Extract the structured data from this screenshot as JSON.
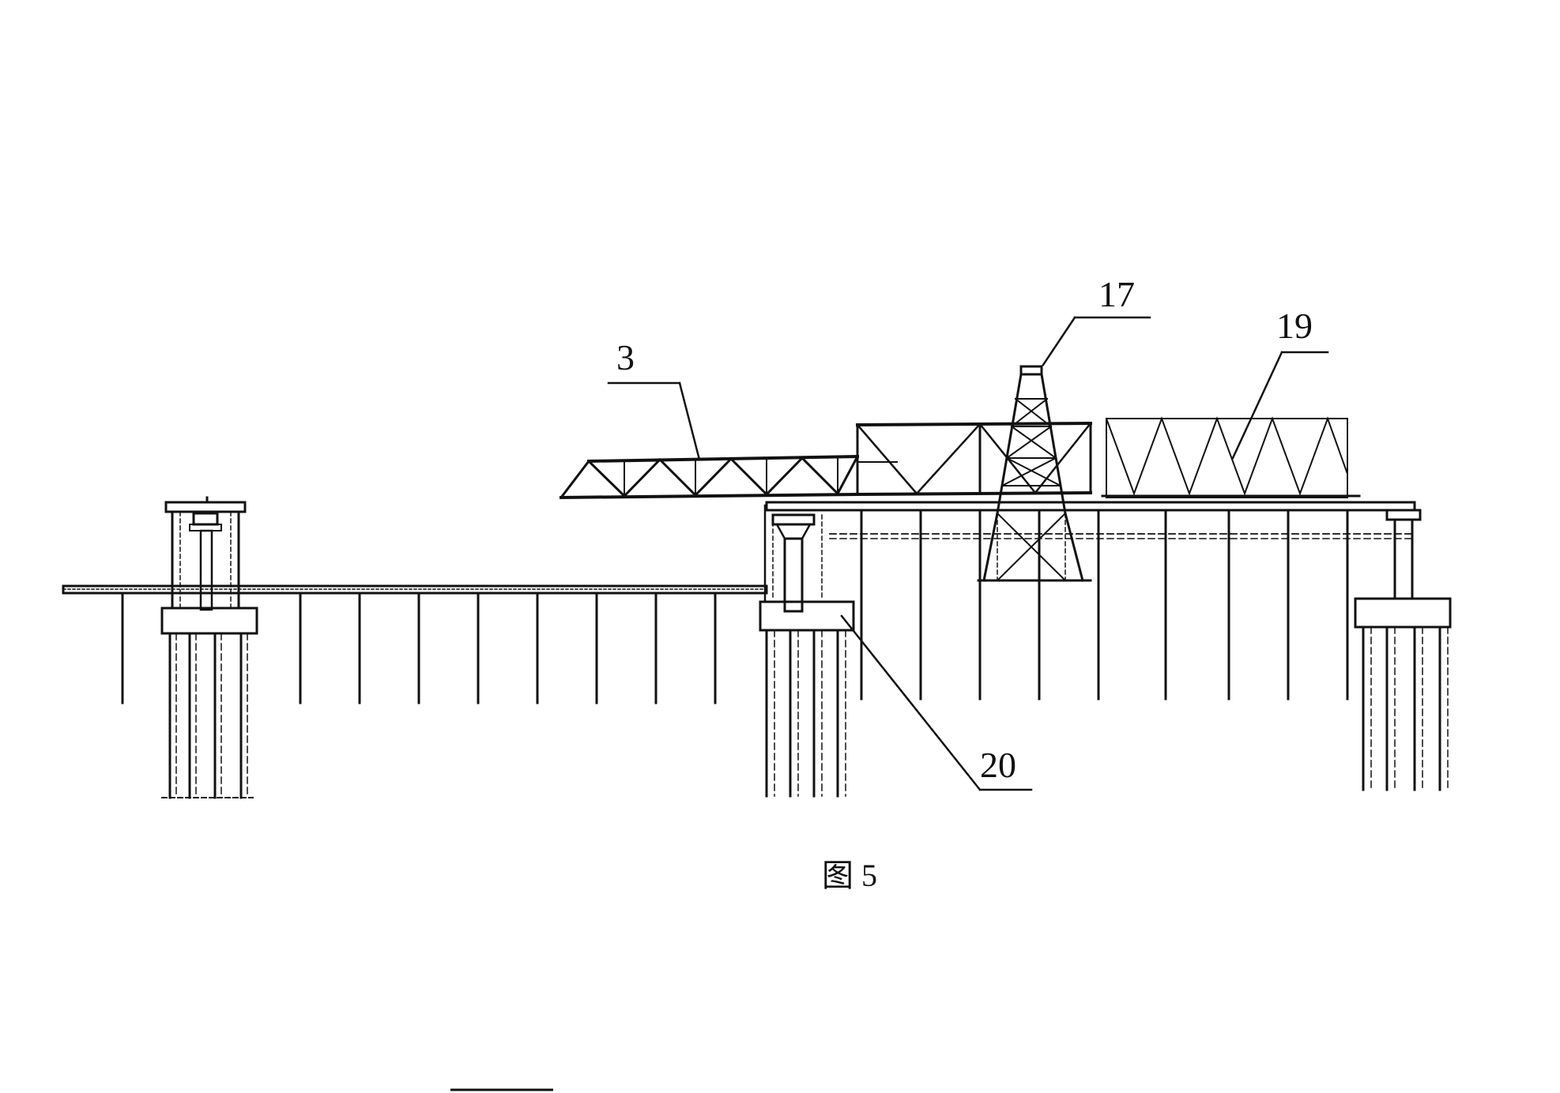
{
  "figure": {
    "caption": "图 5",
    "labels": {
      "launching_girder": "3",
      "tower": "17",
      "steel_box_girder": "19",
      "temporary_support": "20"
    }
  },
  "colors": {
    "ink": "#111111",
    "background": "#ffffff"
  }
}
